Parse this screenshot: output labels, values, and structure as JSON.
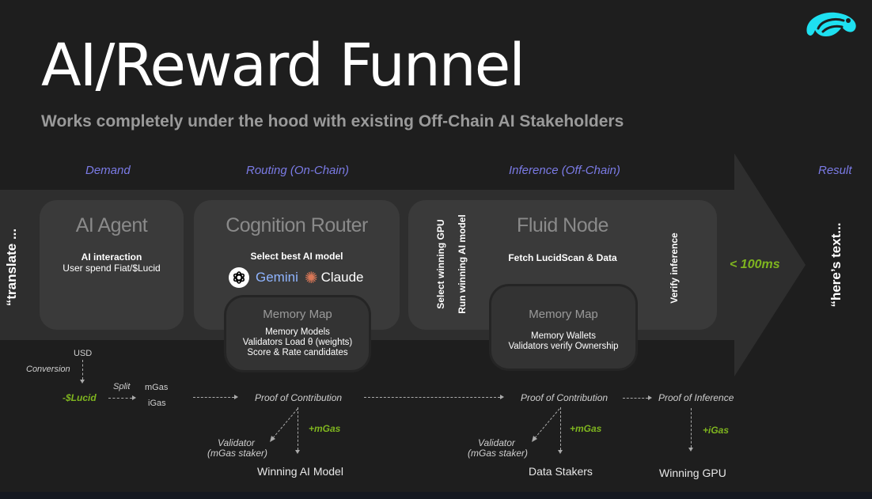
{
  "title": "AI/Reward Funnel",
  "subtitle": "Works completely under the hood with existing Off-Chain AI Stakeholders",
  "stages": {
    "demand": "Demand",
    "routing": "Routing (On-Chain)",
    "inference": "Inference (Off-Chain)",
    "result": "Result"
  },
  "input_text": "“translate ...",
  "output_text": "“here’s text...",
  "latency": "< 100ms",
  "ai_agent": {
    "title": "AI Agent",
    "line1": "AI interaction",
    "line2": "User spend Fiat/$Lucid"
  },
  "router": {
    "title": "Cognition Router",
    "line1": "Select best AI model",
    "models": [
      "Gemini",
      "Claude"
    ],
    "memory": {
      "title": "Memory Map",
      "line1": "Memory Models",
      "line2": "Validators Load θ (weights)",
      "line3": "Score & Rate candidates"
    }
  },
  "fluid": {
    "title": "Fluid Node",
    "side1": "Select winning GPU",
    "side2": "Run winning AI model",
    "line1": "Fetch LucidScan & Data",
    "verify": "Verify inference",
    "memory": {
      "title": "Memory Map",
      "line1": "Memory Wallets",
      "line2": "Validators verify Ownership"
    }
  },
  "flow": {
    "usd": "USD",
    "conversion": "Conversion",
    "lucid": "-$Lucid",
    "split": "Split",
    "mgas": "mGas",
    "igas": "iGas",
    "poc1": "Proof of Contribution",
    "poc2": "Proof of Contribution",
    "poi": "Proof of Inference",
    "plus_mgas1": "+mGas",
    "plus_mgas2": "+mGas",
    "plus_igas": "+iGas",
    "validator1_a": "Validator",
    "validator1_b": "(mGas staker)",
    "validator2_a": "Validator",
    "validator2_b": "(mGas staker)",
    "winner1": "Winning AI Model",
    "winner2": "Data Stakers",
    "winner3": "Winning GPU"
  },
  "colors": {
    "accent_stage": "#7b7be6",
    "accent_green": "#7fb51f",
    "logo": "#1ee0f0"
  }
}
